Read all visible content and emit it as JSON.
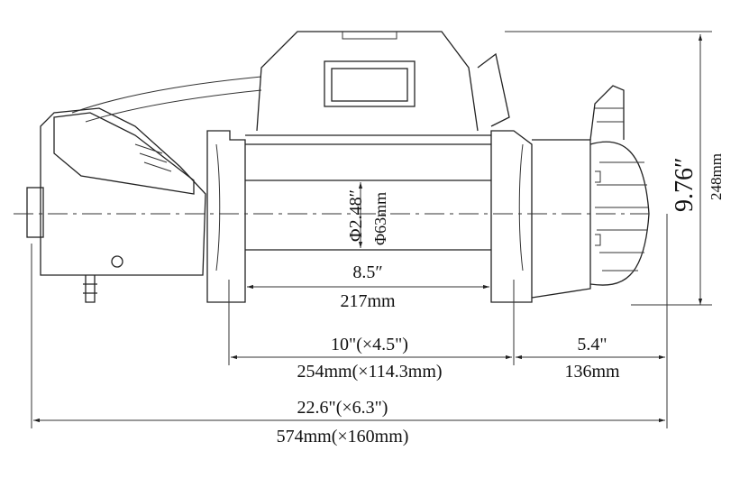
{
  "title": "Winch dimension drawing",
  "dimensions": {
    "drum_diameter_in": "Φ2.48″",
    "drum_diameter_mm": "Φ63mm",
    "drum_length_in": "8.5″",
    "drum_length_mm": "217mm",
    "height_in": "9.76″",
    "height_mm": "248mm",
    "mount_in": "10\"(×4.5\")",
    "mount_mm": "254mm(×114.3mm)",
    "gearbox_in": "5.4\"",
    "gearbox_mm": "136mm",
    "overall_in": "22.6\"(×6.3\")",
    "overall_mm": "574mm(×160mm)"
  }
}
